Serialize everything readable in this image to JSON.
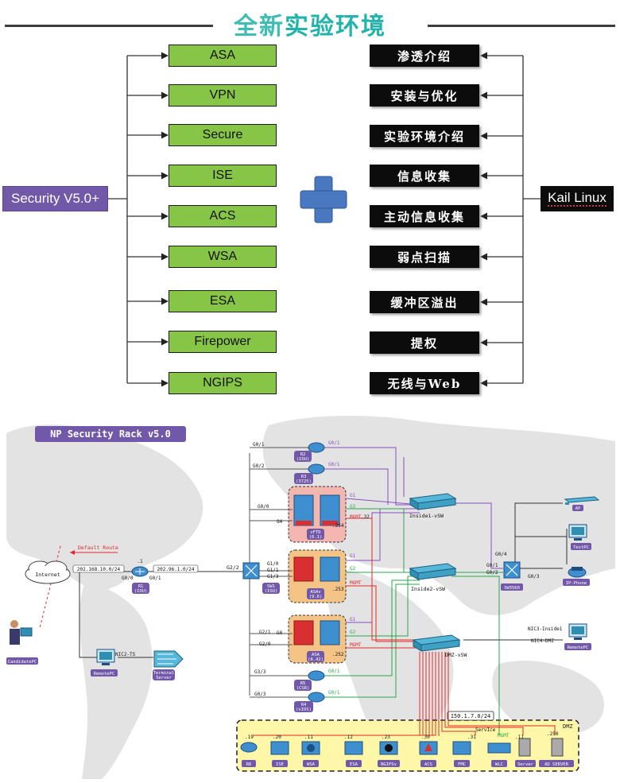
{
  "title": {
    "part1": "全新",
    "part2": "实验环境"
  },
  "left_root": "Security V5.0+",
  "right_root": "Kail Linux",
  "left_items": [
    "ASA",
    "VPN",
    "Secure",
    "ISE",
    "ACS",
    "WSA",
    "ESA",
    "Firepower",
    "NGIPS"
  ],
  "right_items": [
    "渗透介绍",
    "安装与优化",
    "实验环境介绍",
    "信息收集",
    "主动信息收集",
    "弱点扫描",
    "缓冲区溢出",
    "提权",
    "无线与Web"
  ],
  "colors": {
    "title": "#3dbdb4",
    "green_box": "#86c545",
    "purple": "#7158a8",
    "plus": "#4a78c0"
  },
  "rack": {
    "title": "NP Security Rack v5.0",
    "internet": "Internet",
    "default_route": "Default Route",
    "subnet_left": "202.168.10.0/24",
    "subnet_right": "202.96.1.0/24",
    "r1_dot": ".1",
    "r1_g00": "G0/0",
    "r1_g01": "G0/1",
    "g22": "G2/2",
    "sw1_ports": [
      "G0/1",
      "G0/2",
      "G0/0",
      "G4",
      "G1/0",
      "G1/1",
      "G0",
      "G2/1",
      "G2/0",
      "G3/3",
      "G0/3",
      "G1/3"
    ],
    "devices": {
      "r1": "R1\n(IOU)",
      "r2": "R2\n(IOU)",
      "r3": "R3\n(3725)",
      "vftd": "vFTD\n(6.1)",
      "asav": "ASAv\n(9.6)",
      "asa": "ASA\n(8.42)",
      "r5": "R5\n(CSR)",
      "r4": "R4\n(vIOS)",
      "sw1": "SW1\n(IOU)",
      "sw3560": "SW3560",
      "candidate": "CandidatePC",
      "remotepc_left": "RemotePC",
      "terminal": "Terminal\nServer",
      "nic2": "NIC2-TS",
      "ap": "AP",
      "testpc": "TestPC",
      "ipphone": "IP-Phone",
      "remotepc_right": "RemotePC"
    },
    "vsw": [
      "Inside1-vSW",
      "Inside2-vSW",
      "DMZ-vSW"
    ],
    "nic_labels": [
      "NIC3-Inside1",
      "NIC4-DMZ"
    ],
    "iface_labels": [
      "G1",
      "G3",
      "MGMT",
      "G1",
      "G2",
      "MGMT",
      "G1",
      "G2",
      "MGMT"
    ],
    "ip_labels": [
      ".254",
      ".253",
      ".252",
      ".32"
    ],
    "sw3560_ports": [
      "G0/4",
      "G0/1",
      "G0/2",
      "G0/3"
    ],
    "g01_labels": [
      "G0/1",
      "G0/1",
      "G0/1",
      "G0/1"
    ],
    "dmz_subnet": "150.1.7.0/24",
    "dmz_label": "DMZ",
    "mgmt_label": "MGMT",
    "server_label": "ServIce",
    "dmz_ips": [
      ".19",
      ".20",
      ".11",
      ".12",
      ".23",
      ".30",
      ".31",
      ".11",
      ".250"
    ],
    "dmz_hosts": [
      "R6",
      "ISE",
      "WSA",
      "ESA",
      "NGIPSv",
      "ACS",
      "FMC",
      "WLC",
      "Server",
      "AD SERVER"
    ]
  }
}
